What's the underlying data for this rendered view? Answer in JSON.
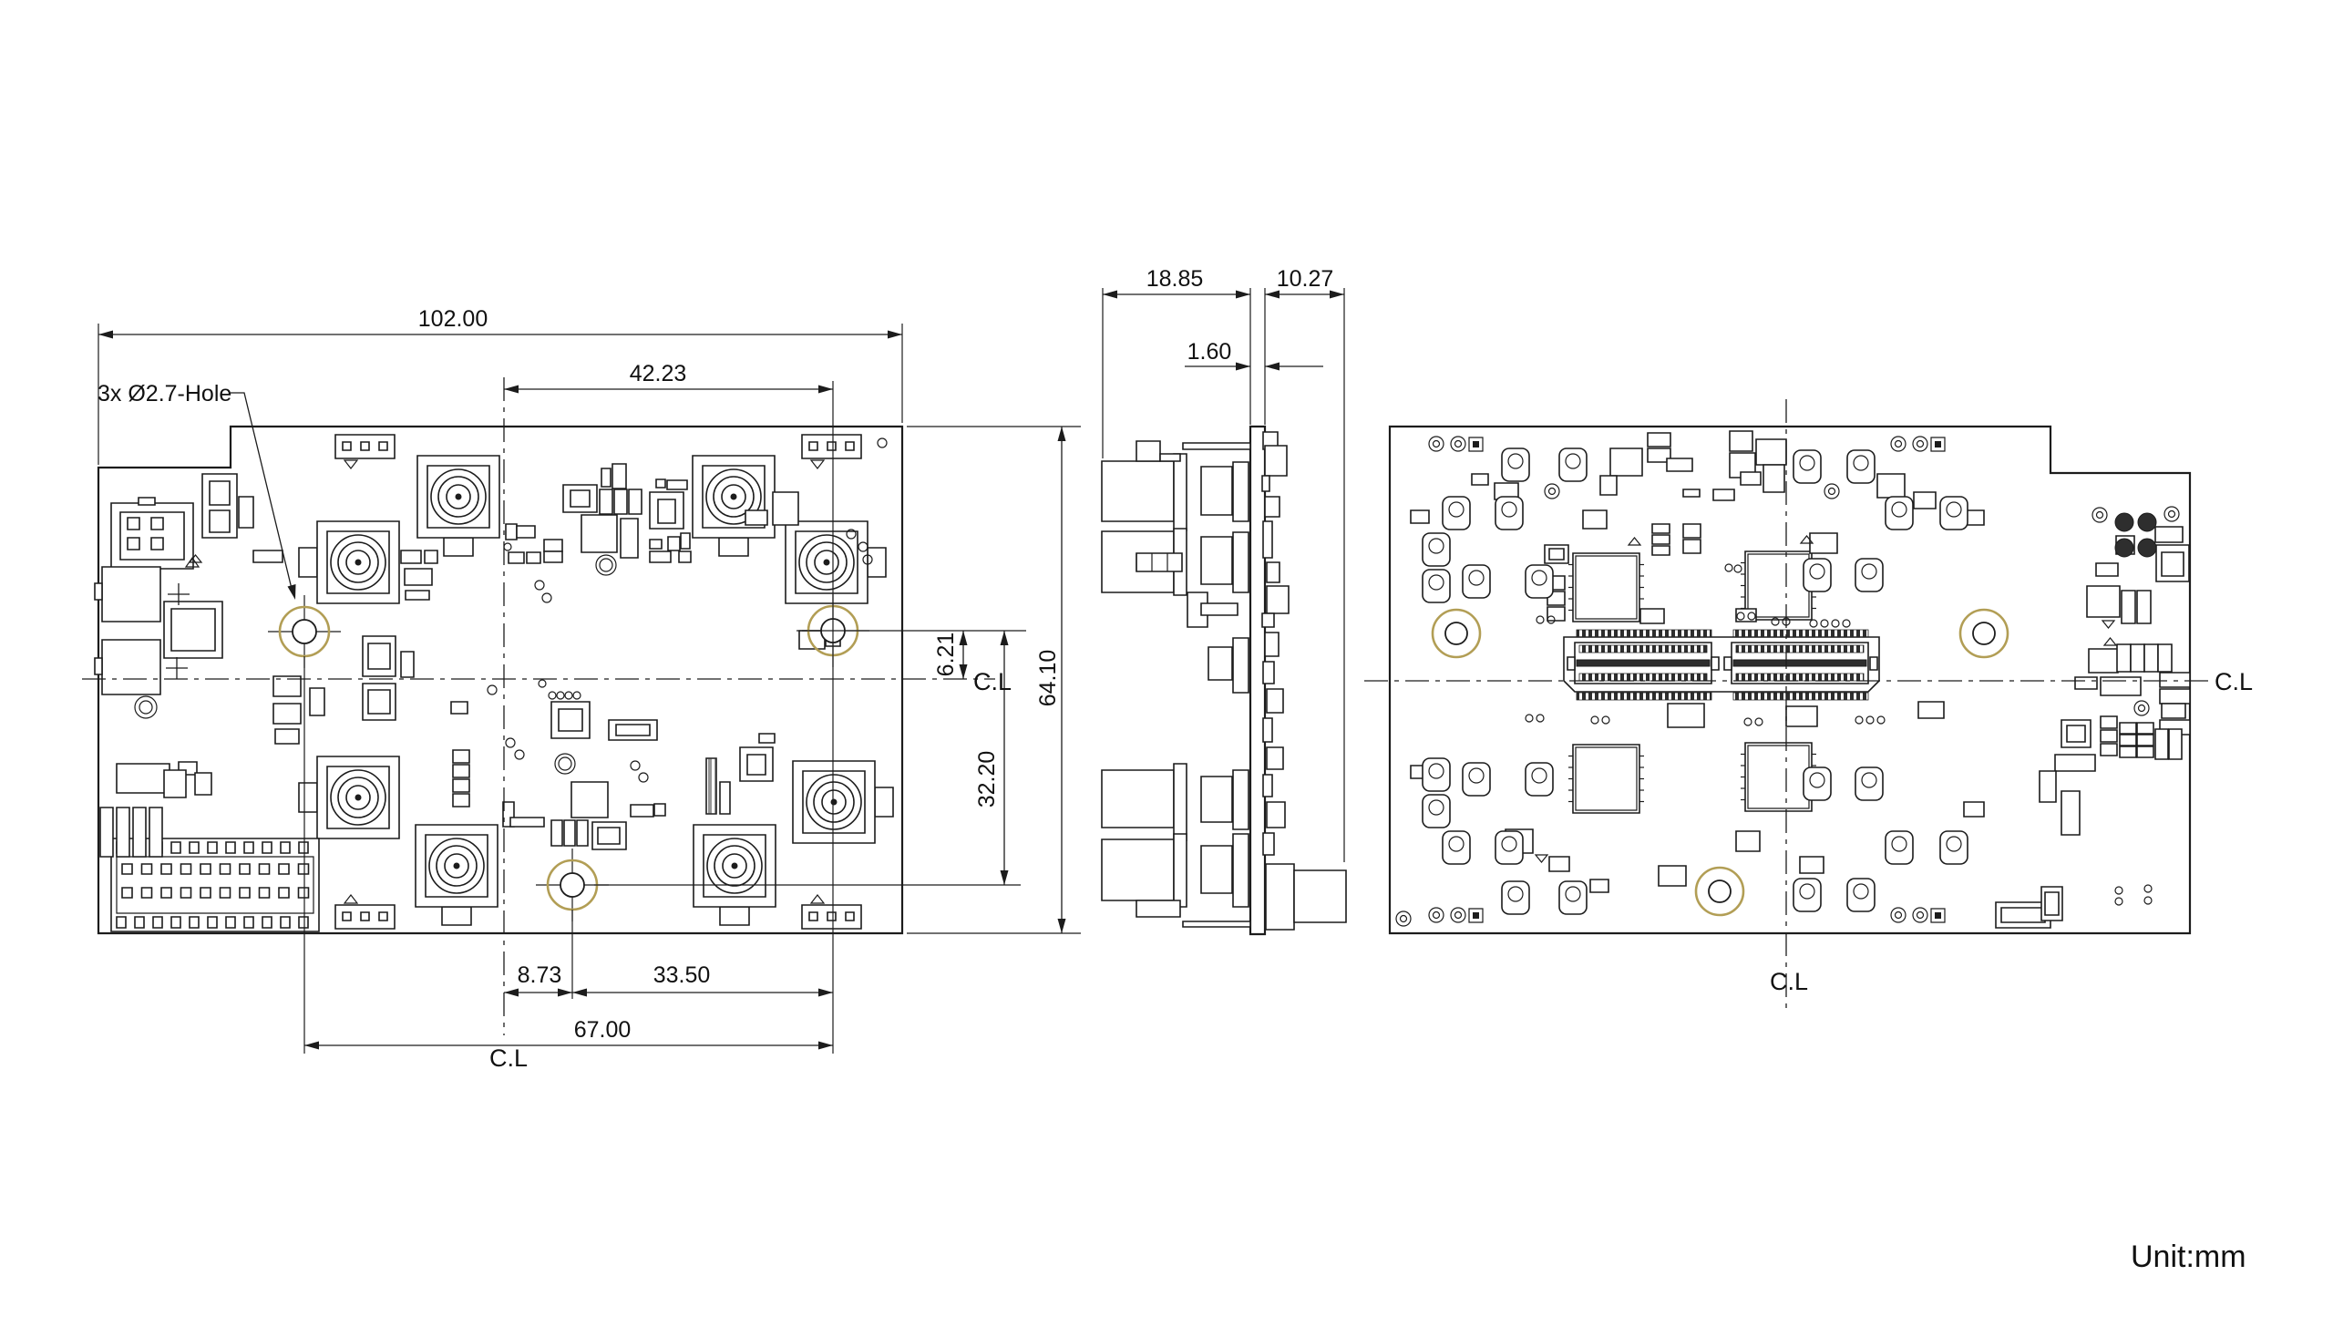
{
  "drawing": {
    "unit_label": "Unit:mm",
    "hole_callout": "3x Ø2.7-Hole",
    "centerline_label": "C.L",
    "front_view": {
      "board_width": "102.00",
      "hole_span_top": "42.23",
      "hole_offset_above_cl": "6.21",
      "board_height": "64.10",
      "hole_rows_span": "32.20",
      "bottom_hole_offset": "8.73",
      "bottom_to_right_hole_span": "33.50",
      "outer_holes_span": "67.00"
    },
    "side_view": {
      "connector_side_depth": "18.85",
      "component_side_depth": "10.27",
      "pcb_thickness": "1.60"
    },
    "colors": {
      "line": "#1c1c1c",
      "hole_ring": "#b29e55",
      "dark_fill": "#2e2e2e",
      "background": "#ffffff"
    }
  }
}
